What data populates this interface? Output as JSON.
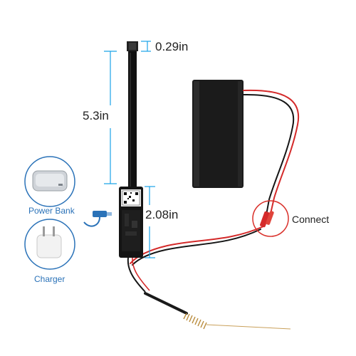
{
  "dimensions": {
    "lens_length": "0.29in",
    "cable_length": "5.3in",
    "board_length": "2.08in"
  },
  "callouts": {
    "connect": "Connect"
  },
  "power_sources": {
    "power_bank": "Power Bank",
    "charger": "Charger"
  },
  "colors": {
    "dimension_line": "#1aa3e8",
    "source_circle_border": "#2a72b8",
    "connect_circle": "#d9302a",
    "wire_red": "#d42a2a",
    "wire_black": "#151515"
  },
  "icons": [
    "power-bank-icon",
    "charger-icon",
    "usb-cable-icon"
  ]
}
